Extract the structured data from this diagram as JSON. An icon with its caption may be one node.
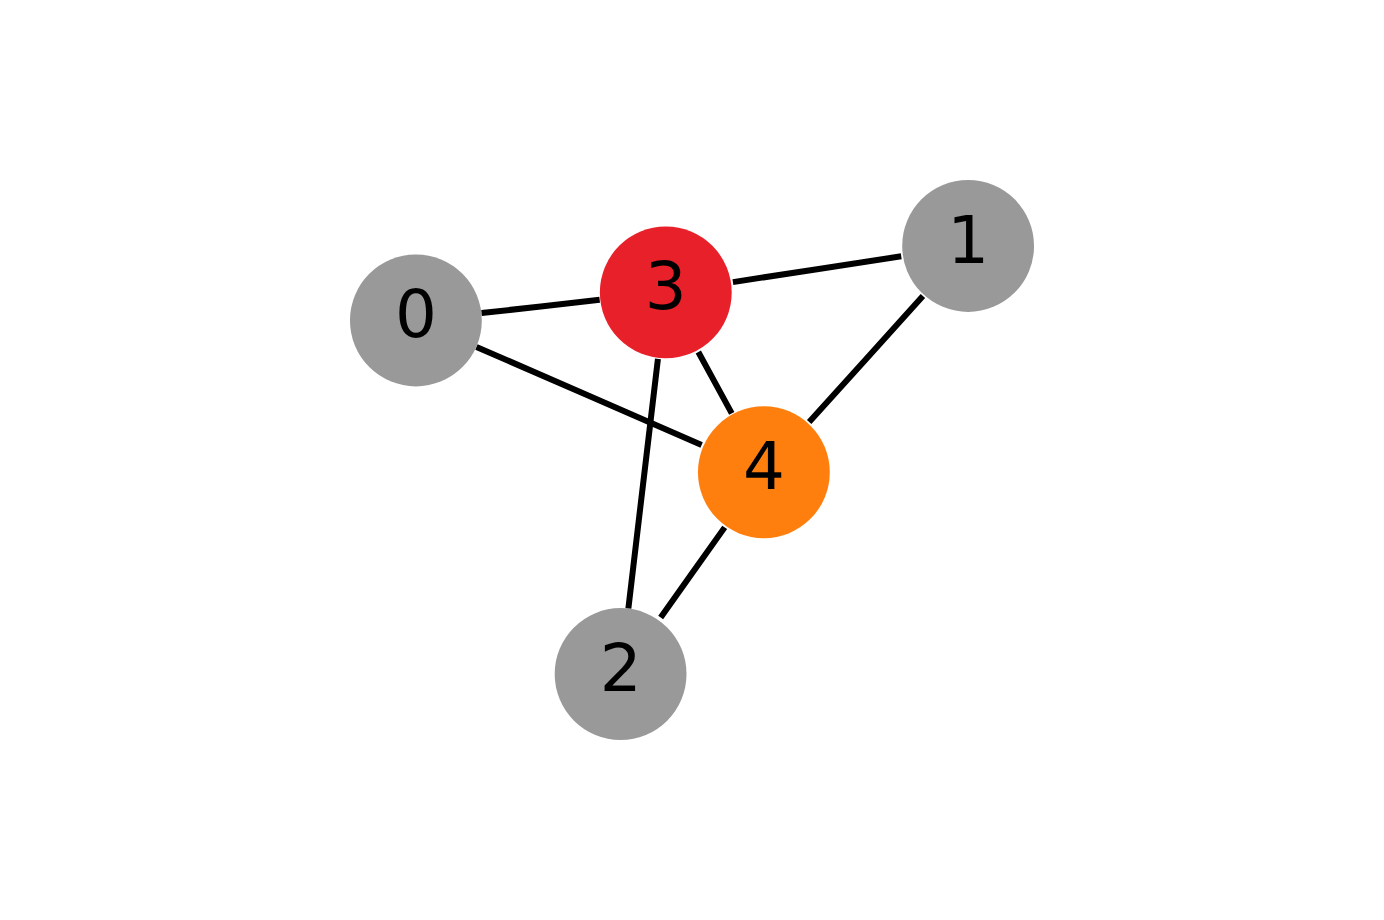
{
  "diagram": {
    "nodes": [
      {
        "text": [
          "0"
        ]
      },
      {
        "text": [
          "1"
        ]
      },
      {
        "text": [
          "2"
        ]
      },
      {
        "text": [
          "3"
        ]
      },
      {
        "text": [
          "4"
        ]
      }
    ],
    "edges": [
      {
        "from": 0,
        "to": 4,
        "arrow": "none"
      },
      {
        "from": 0,
        "to": 3,
        "arrow": "none"
      },
      {
        "from": 4,
        "to": 2,
        "arrow": "none"
      },
      {
        "from": 4,
        "to": 3,
        "arrow": "none"
      },
      {
        "from": 4,
        "to": 1,
        "arrow": "none"
      },
      {
        "from": 3,
        "to": 2,
        "arrow": "none"
      },
      {
        "from": 3,
        "to": 1,
        "arrow": "none"
      }
    ]
  }
}
